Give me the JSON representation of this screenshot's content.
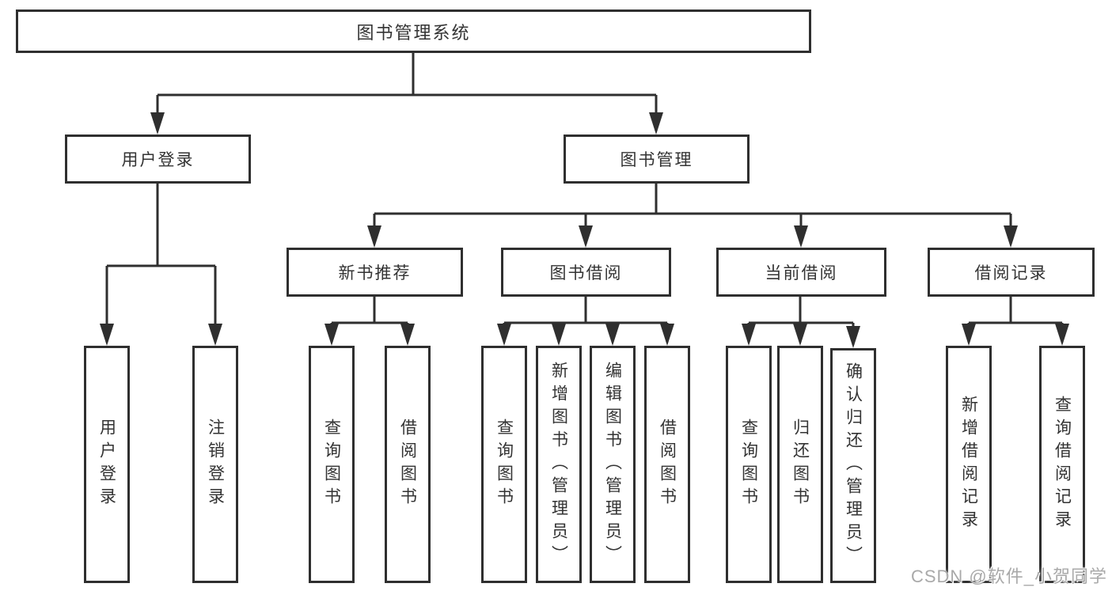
{
  "diagram_title": "图书管理系统",
  "tree": {
    "root": {
      "label": "图书管理系统",
      "children": [
        {
          "label": "用户登录",
          "children": [
            {
              "label": "用户登录"
            },
            {
              "label": "注销登录"
            }
          ]
        },
        {
          "label": "图书管理",
          "children": [
            {
              "label": "新书推荐",
              "children": [
                {
                  "label": "查询图书"
                },
                {
                  "label": "借阅图书"
                }
              ]
            },
            {
              "label": "图书借阅",
              "children": [
                {
                  "label": "查询图书"
                },
                {
                  "label": "新增图书（管理员）"
                },
                {
                  "label": "编辑图书（管理员）"
                },
                {
                  "label": "借阅图书"
                }
              ]
            },
            {
              "label": "当前借阅",
              "children": [
                {
                  "label": "查询图书"
                },
                {
                  "label": "归还图书"
                },
                {
                  "label": "确认归还（管理员）"
                }
              ]
            },
            {
              "label": "借阅记录",
              "children": [
                {
                  "label": "新增借阅记录"
                },
                {
                  "label": "查询借阅记录"
                }
              ]
            }
          ]
        }
      ]
    }
  },
  "watermark": {
    "text": "CSDN @软件_小贺同学"
  },
  "colors": {
    "line": "#2f2f2f",
    "box_border": "#2f2f2f",
    "text": "#333333",
    "watermark": "#a9a9a9",
    "background": "#ffffff"
  }
}
